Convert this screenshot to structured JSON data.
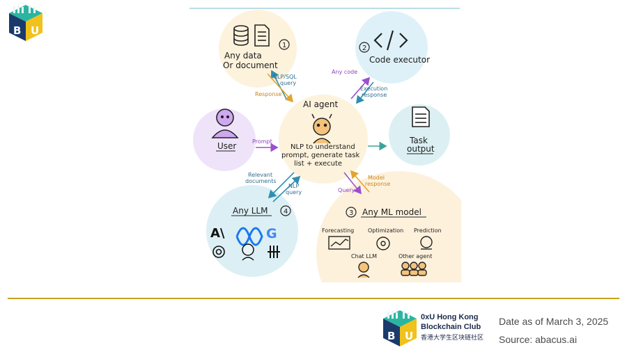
{
  "diagram": {
    "center": {
      "title": "AI agent",
      "desc": [
        "NLP to understand",
        "prompt, generate task",
        "list + execute"
      ]
    },
    "data_node": {
      "label": [
        "Any data",
        "Or document"
      ],
      "number": "1"
    },
    "code_node": {
      "label": "Code executor",
      "number": "2"
    },
    "user_node": {
      "label": "User"
    },
    "task_node": {
      "label": [
        "Task",
        "output"
      ]
    },
    "llm_node": {
      "label": "Any LLM",
      "number": "4"
    },
    "ml_node": {
      "label": "Any ML model",
      "number": "3",
      "items": [
        "Forecasting",
        "Optimization",
        "Prediction",
        "Chat LLM",
        "Other agent"
      ]
    },
    "arrows": {
      "nlp_sql": [
        "NLP/SQL",
        "query"
      ],
      "response": "Response",
      "any_code": "Any code",
      "execution": [
        "Execution",
        "response"
      ],
      "prompt": "Prompt",
      "relevant": [
        "Relevant",
        "documents"
      ],
      "nlp_query": [
        "NLP",
        "query"
      ],
      "query": "Query",
      "model_response": [
        "Model",
        "response"
      ]
    }
  },
  "footer": {
    "club_line1": "0xU Hong Kong",
    "club_line2": "Blockchain Club",
    "club_line3": "香港大学生区块链社区",
    "date": "Date as of March 3, 2025",
    "source": "Source: abacus.ai"
  },
  "colors": {
    "gold": "#c9a31a",
    "purple": "#9b4fd1",
    "blue": "#2f8fb0",
    "orange": "#e1a531"
  }
}
